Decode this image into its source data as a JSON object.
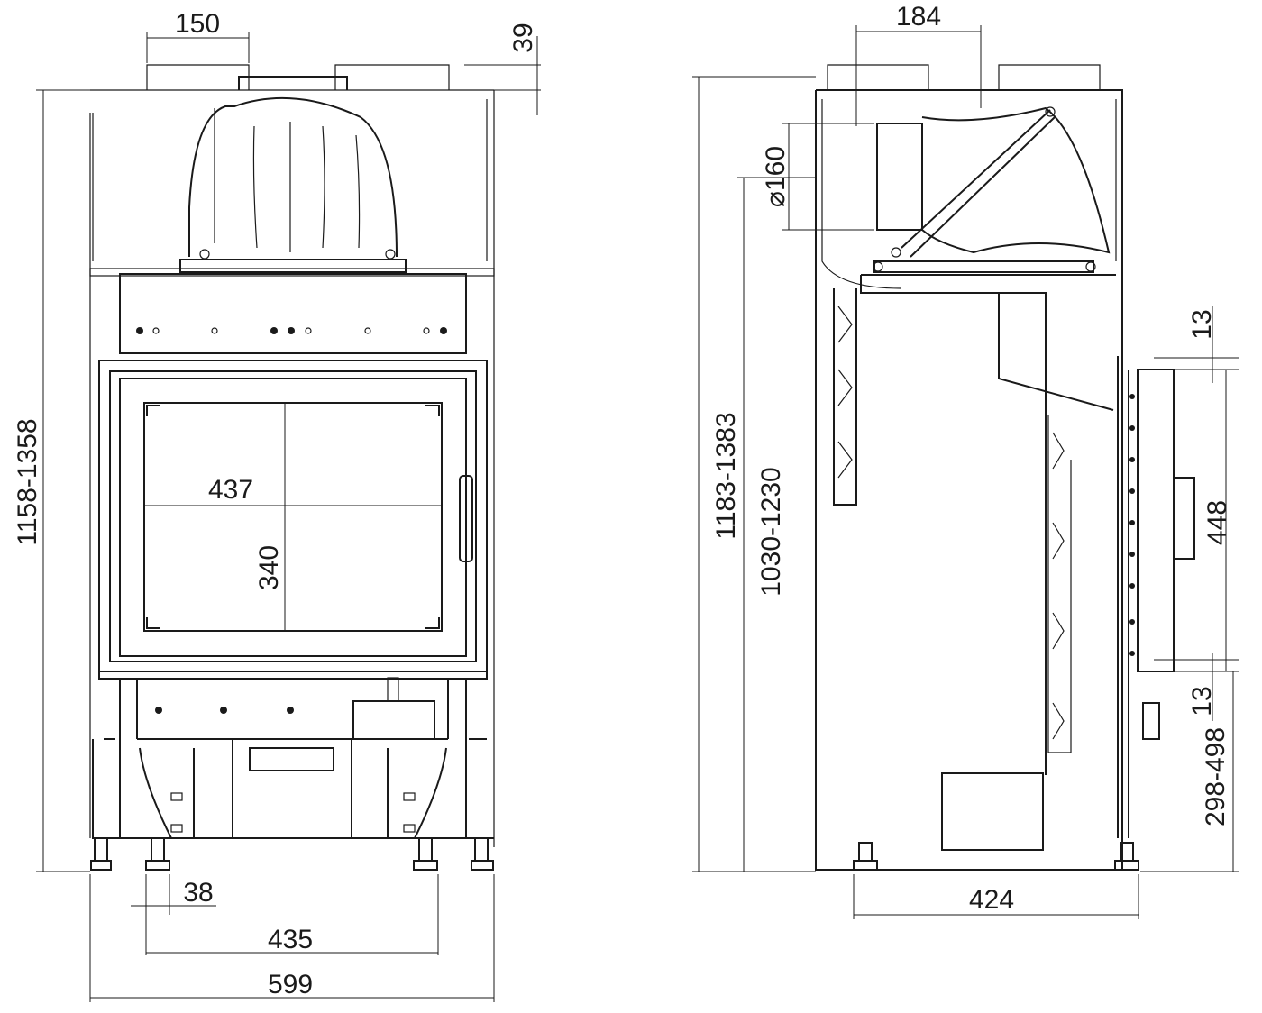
{
  "front_view": {
    "dims": {
      "flue_width": "150",
      "flue_height": "39",
      "total_height": "1158-1358",
      "glass_width": "437",
      "glass_height": "340",
      "leg_width": "38",
      "leg_spacing": "435",
      "total_width": "599"
    }
  },
  "side_view": {
    "dims": {
      "flue_offset": "184",
      "flue_diameter": "⌀160",
      "total_height": "1183-1383",
      "flue_center_height": "1030-1230",
      "door_top_gap": "13",
      "door_height": "448",
      "door_bottom_gap": "13",
      "door_base_height": "298-498",
      "depth": "424"
    }
  }
}
